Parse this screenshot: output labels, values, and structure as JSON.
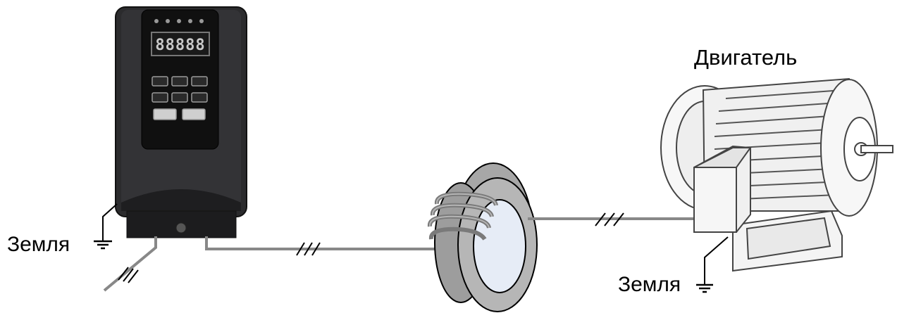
{
  "labels": {
    "motor": "Двигатель",
    "ground_left": "Земля",
    "ground_right": "Земля"
  },
  "inverter": {
    "display": "88888"
  },
  "colors": {
    "inverter_body": "#2b2b2d",
    "panel": "#111111",
    "wire": "#888888",
    "ring_gray": "#a9a9a9",
    "ring_inner": "#e6ecf6",
    "motor_outline": "#444444"
  },
  "icons": [
    "ground-icon",
    "three-phase-mark-icon"
  ]
}
